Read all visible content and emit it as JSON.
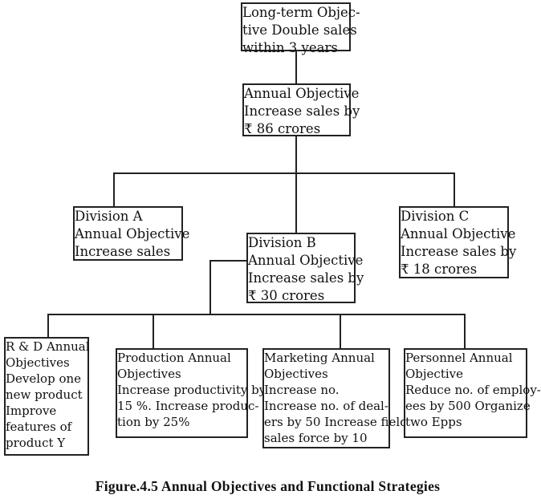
{
  "nodes": {
    "long_term": {
      "lines": [
        "Long-term Objec-",
        "tive Double sales",
        "within 3 years"
      ]
    },
    "annual": {
      "lines": [
        "Annual Objective",
        "Increase sales by",
        "₹ 86 crores"
      ]
    },
    "division_a": {
      "lines": [
        "Division A",
        "Annual Objective",
        "Increase sales"
      ]
    },
    "division_b": {
      "lines": [
        "Division B",
        "Annual Objective",
        "Increase sales by",
        "₹ 30 crores"
      ]
    },
    "division_c": {
      "lines": [
        "Division C",
        "Annual Objective",
        "Increase sales by",
        "₹ 18 crores"
      ]
    },
    "rd": {
      "lines": [
        "R & D Annual",
        "Objectives",
        "Develop one",
        "new product",
        "Improve",
        "features of",
        "product Y"
      ]
    },
    "production": {
      "lines": [
        "Production Annual",
        "Objectives",
        "Increase productivity by",
        "15 %.  Increase produc-",
        "tion by 25%"
      ]
    },
    "marketing": {
      "lines": [
        "Marketing Annual",
        "Objectives",
        "Increase no.",
        "Increase no. of deal-",
        "ers by 50 Increase field",
        "sales force by 10"
      ]
    },
    "personnel": {
      "lines": [
        "Personnel Annual",
        "Objective",
        "Reduce no. of employ-",
        "ees by 500 Organize",
        "two Epps"
      ]
    }
  },
  "caption": "Figure.4.5 Annual Objectives and Functional Strategies"
}
